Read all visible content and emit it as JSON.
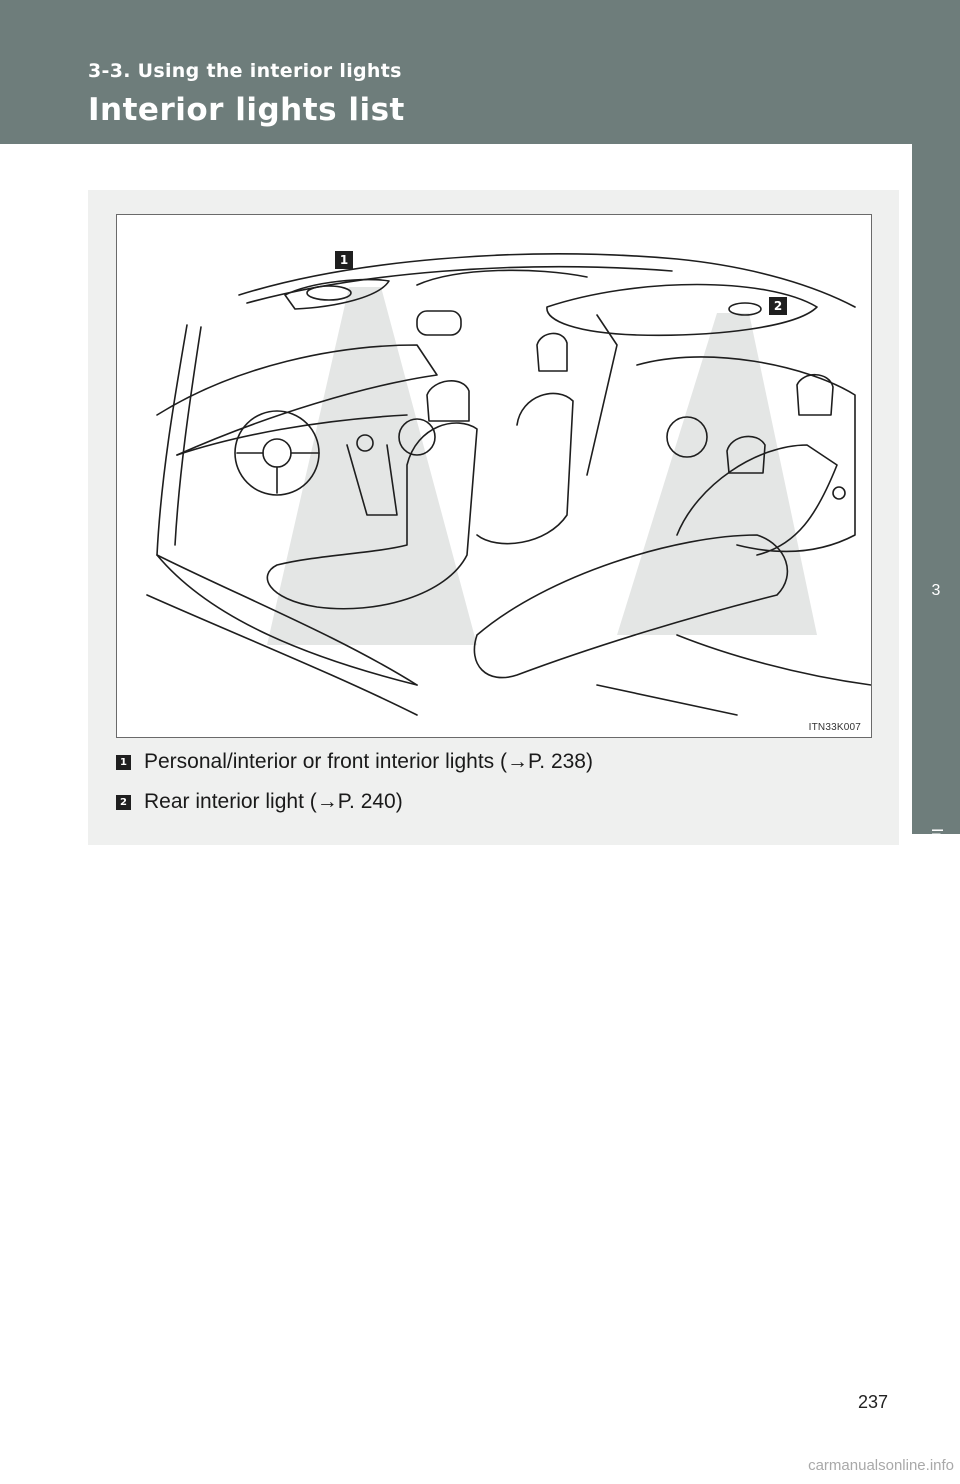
{
  "header": {
    "section": "3-3. Using the interior lights",
    "title": "Interior lights list"
  },
  "side_tab": {
    "chapter_number": "3",
    "chapter_title": "Interior features"
  },
  "figure": {
    "code": "ITN33K007",
    "markers": [
      "1",
      "2"
    ]
  },
  "legend": [
    {
      "number": "1",
      "text": "Personal/interior or front interior lights (→P. 238)"
    },
    {
      "number": "2",
      "text": "Rear interior light (→P. 240)"
    }
  ],
  "page_number": "237",
  "watermark": "carmanualsonline.info"
}
